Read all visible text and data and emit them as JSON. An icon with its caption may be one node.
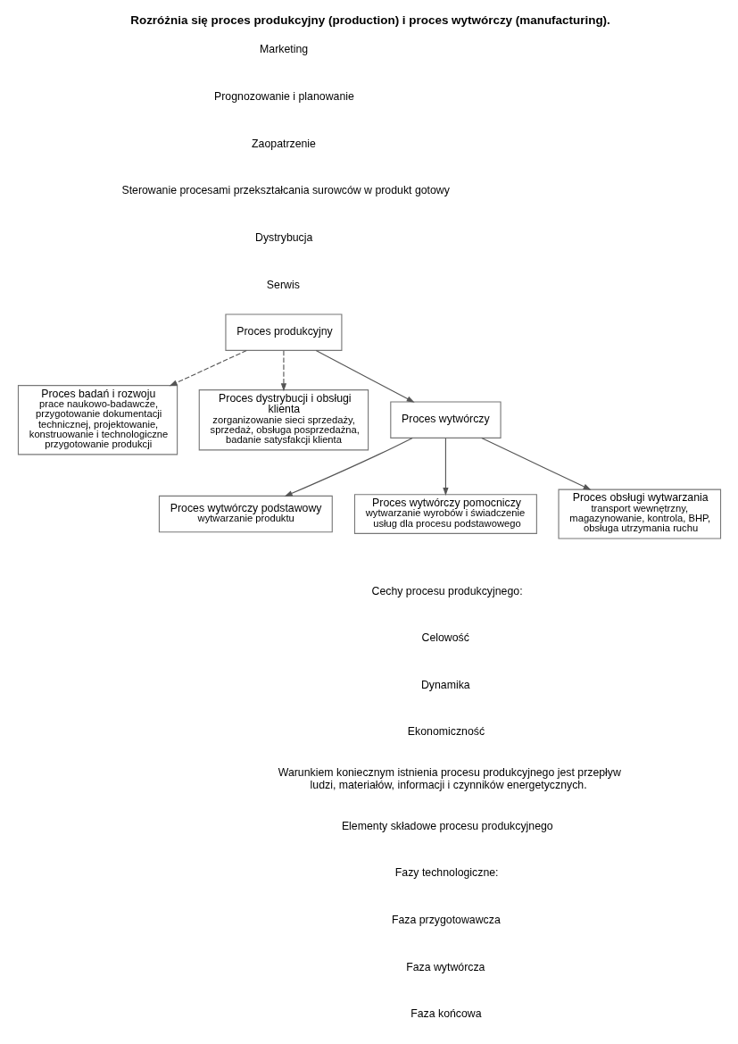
{
  "diagram": {
    "title": "Rozróżnia się proces produkcyjny (production) i proces wytwórczy (manufacturing).",
    "nodes": [
      {
        "text": [
          "Proces produkcyjny"
        ]
      },
      {
        "text": [
          "Proces badań i rozwoju",
          "prace naukowo-badawcze, przygotowanie dokumentacji technicznej, projektowanie, konstruowanie i technologiczne przygotowanie produkcji"
        ]
      },
      {
        "text": [
          "Proces dystrybucji i obsługi klienta",
          "zorganizowanie sieci sprzedaży, sprzedaż, obsługa posprzedażna, badanie satysfakcji klienta"
        ]
      },
      {
        "text": [
          "Proces wytwórczy"
        ]
      },
      {
        "text": [
          "Proces wytwórczy podstawowy",
          "wytwarzanie produktu"
        ]
      },
      {
        "text": [
          "Proces wytwórczy pomocniczy",
          "wytwarzanie wyrobów i świadczenie usług dla procesu podstawowego"
        ]
      },
      {
        "text": [
          "Proces obsługi wytwarzania",
          "transport wewnętrzny, magazynowanie, kontrola, BHP, obsługa utrzymania ruchu"
        ]
      }
    ],
    "edges": [
      {
        "from": 0,
        "to": 1,
        "arrow": "to",
        "style": "dashed"
      },
      {
        "from": 0,
        "to": 3,
        "arrow": "to"
      },
      {
        "from": 0,
        "to": 2,
        "arrow": "to",
        "style": "dashed"
      },
      {
        "from": 3,
        "to": 4,
        "arrow": "to"
      },
      {
        "from": 3,
        "to": 5,
        "arrow": "to"
      },
      {
        "from": 3,
        "to": 6,
        "arrow": "to"
      }
    ],
    "labels": [
      "Marketing",
      "Prognozowanie i planowanie",
      "Zaopatrzenie",
      "Sterowanie procesami przekształcania surowców w produkt gotowy",
      "Dystrybucja",
      "Serwis",
      "Cechy procesu produkcyjnego:",
      "Celowość",
      "Dynamika",
      "Ekonomiczność",
      "Warunkiem koniecznym istnienia procesu produkcyjnego jest przepływ ludzi, materiałów, informacji i czynników energetycznych.",
      "Elementy składowe procesu produkcyjnego",
      "Fazy technologiczne:",
      "Faza przygotowawcza",
      "Faza wytwórcza",
      "Faza końcowa"
    ]
  }
}
